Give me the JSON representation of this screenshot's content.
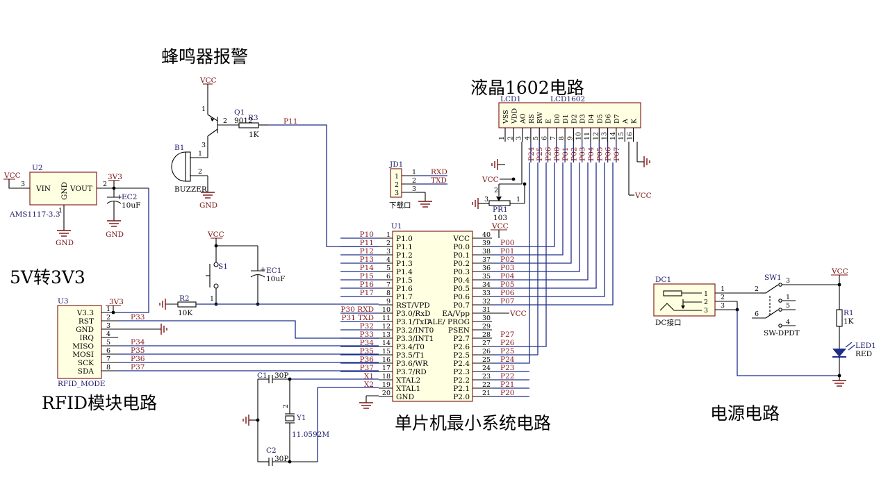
{
  "titles": {
    "buzzer": "蜂鸣器报警",
    "lcd": "液晶1602电路",
    "v5to3v3": "5V转3V3",
    "rfid": "RFID模块电路",
    "mcu": "单片机最小系统电路",
    "power": "电源电路"
  },
  "u1": {
    "ref": "U1",
    "left_pins": [
      {
        "num": "1",
        "name": "P1.0",
        "net": "P10"
      },
      {
        "num": "2",
        "name": "P1.1",
        "net": "P11"
      },
      {
        "num": "3",
        "name": "P1.2",
        "net": "P12"
      },
      {
        "num": "4",
        "name": "P1.3",
        "net": "P13"
      },
      {
        "num": "5",
        "name": "P1.4",
        "net": "P14"
      },
      {
        "num": "6",
        "name": "P1.5",
        "net": "P15"
      },
      {
        "num": "7",
        "name": "P1.6",
        "net": "P16"
      },
      {
        "num": "8",
        "name": "P1.7",
        "net": "P17"
      },
      {
        "num": "9",
        "name": "RST/VPD",
        "net": ""
      },
      {
        "num": "10",
        "name": "P3.0/RxD",
        "net": "P30  RXD"
      },
      {
        "num": "11",
        "name": "P3.1/TxD",
        "net": "P31  TXD"
      },
      {
        "num": "12",
        "name": "P3.2/INT0",
        "net": "P32"
      },
      {
        "num": "13",
        "name": "P3.3/INT1",
        "net": "P33"
      },
      {
        "num": "14",
        "name": "P3.4/T0",
        "net": "P34"
      },
      {
        "num": "15",
        "name": "P3.5/T1",
        "net": "P35"
      },
      {
        "num": "16",
        "name": "P3.6/WR",
        "net": "P36"
      },
      {
        "num": "17",
        "name": "P3.7/RD",
        "net": "P37"
      },
      {
        "num": "18",
        "name": "XTAL2",
        "net": "X1"
      },
      {
        "num": "19",
        "name": "XTAL1",
        "net": "X2"
      },
      {
        "num": "20",
        "name": "GND",
        "net": ""
      }
    ],
    "right_pins": [
      {
        "num": "40",
        "name": "VCC",
        "net": "VCC"
      },
      {
        "num": "39",
        "name": "P0.0",
        "net": "P00"
      },
      {
        "num": "38",
        "name": "P0.1",
        "net": "P01"
      },
      {
        "num": "37",
        "name": "P0.2",
        "net": "P02"
      },
      {
        "num": "36",
        "name": "P0.3",
        "net": "P03"
      },
      {
        "num": "35",
        "name": "P0.4",
        "net": "P04"
      },
      {
        "num": "34",
        "name": "P0.5",
        "net": "P05"
      },
      {
        "num": "33",
        "name": "P0.6",
        "net": "P06"
      },
      {
        "num": "32",
        "name": "P0.7",
        "net": "P07"
      },
      {
        "num": "31",
        "name": "EA/Vpp",
        "net": "VCC"
      },
      {
        "num": "30",
        "name": "ALE/ PROG",
        "net": ""
      },
      {
        "num": "29",
        "name": "PSEN",
        "net": ""
      },
      {
        "num": "28",
        "name": "P2.7",
        "net": "P27"
      },
      {
        "num": "27",
        "name": "P2.6",
        "net": "P26"
      },
      {
        "num": "26",
        "name": "P2.5",
        "net": "P25"
      },
      {
        "num": "25",
        "name": "P2.4",
        "net": "P24"
      },
      {
        "num": "24",
        "name": "P2.3",
        "net": "P23"
      },
      {
        "num": "23",
        "name": "P2.2",
        "net": "P22"
      },
      {
        "num": "22",
        "name": "P2.1",
        "net": "P21"
      },
      {
        "num": "21",
        "name": "P2.0",
        "net": "P20"
      }
    ]
  },
  "lcd": {
    "ref": "LCD1",
    "part": "LCD1602",
    "pins": [
      "VSS",
      "VDD",
      "AO",
      "RS",
      "RW",
      "E",
      "D0",
      "D1",
      "D2",
      "D3",
      "D4",
      "D5",
      "D6",
      "D7",
      "A",
      "K"
    ],
    "pin_numbers": [
      "1",
      "2",
      "3",
      "4",
      "5",
      "6",
      "7",
      "8",
      "9",
      "10",
      "11",
      "12",
      "13",
      "14",
      "15",
      "16"
    ],
    "nets": [
      "",
      "",
      "",
      "P24",
      "P25",
      "P26",
      "P00",
      "P01",
      "P02",
      "P03",
      "P04",
      "P05",
      "P06",
      "P07",
      "",
      ""
    ],
    "vcc": "VCC",
    "pot_ref": "PR1",
    "pot_val": "103",
    "pot_pins": [
      "3",
      "2",
      "1"
    ]
  },
  "rfid": {
    "ref": "U3",
    "part": "RFID_MODE",
    "pins": [
      {
        "num": "1",
        "name": "V3.3",
        "net": ""
      },
      {
        "num": "2",
        "name": "RST",
        "net": "P33"
      },
      {
        "num": "3",
        "name": "GND",
        "net": ""
      },
      {
        "num": "4",
        "name": "IRQ",
        "net": ""
      },
      {
        "num": "5",
        "name": "MISO",
        "net": "P34"
      },
      {
        "num": "6",
        "name": "MOSI",
        "net": "P35"
      },
      {
        "num": "7",
        "name": "SCK",
        "net": "P36"
      },
      {
        "num": "8",
        "name": "SDA",
        "net": "P37"
      }
    ],
    "rail": "3V3"
  },
  "regulator": {
    "ref": "U2",
    "part": "AMS1117-3.3",
    "vin": "VIN",
    "gnd": "GND",
    "vout": "VOUT",
    "pin_vin": "3",
    "pin_vout": "2",
    "pin_gnd": "1",
    "vcc": "VCC",
    "rail": "3V3",
    "gnd_label": "GND",
    "cap_ref": "EC2",
    "cap_val": "10uF"
  },
  "buzzer": {
    "vcc": "VCC",
    "q_ref": "Q1",
    "q_part": "9012",
    "r_ref": "R3",
    "r_val": "1K",
    "net": "P11",
    "b_ref": "B1",
    "b_part": "BUZZER",
    "gnd": "GND",
    "pins": [
      "1",
      "2",
      "3",
      "1",
      "2"
    ]
  },
  "jd1": {
    "ref": "JD1",
    "pins": [
      "1",
      "2",
      "3"
    ],
    "nets": [
      "RXD",
      "TXD"
    ],
    "label": "下载口"
  },
  "reset": {
    "vcc": "VCC",
    "s_ref": "S1",
    "cap_ref": "EC1",
    "cap_val": "10uF",
    "r_ref": "R2",
    "r_val": "10K"
  },
  "crystal": {
    "c1_ref": "C1",
    "c1_val": "30P",
    "c2_ref": "C2",
    "c2_val": "30P",
    "y_ref": "Y1",
    "y_val": "11.0592M"
  },
  "power": {
    "dc_ref": "DC1",
    "dc_label": "DC接口",
    "sw_ref": "SW1",
    "sw_part": "SW-DPDT",
    "vcc": "VCC",
    "r_ref": "R1",
    "r_val": "1K",
    "led_ref": "LED1",
    "led_val": "RED"
  }
}
